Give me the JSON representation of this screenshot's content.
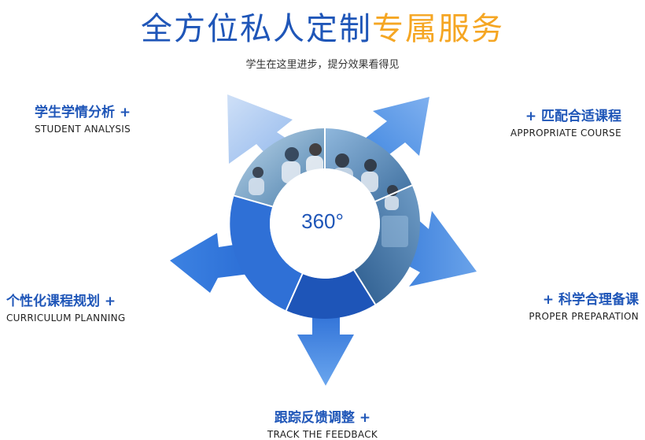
{
  "header": {
    "title_main": "全方位私人定制",
    "title_accent": "专属服务",
    "subtitle": "学生在这里进步，提分效果看得见"
  },
  "center": {
    "label": "360°"
  },
  "items": [
    {
      "zh": "学生学情分析 +",
      "en": "STUDENT ANALYSIS"
    },
    {
      "zh": "+ 匹配合适课程",
      "en": "APPROPRIATE COURSE"
    },
    {
      "zh": "个性化课程规划 +",
      "en": "CURRICULUM PLANNING"
    },
    {
      "zh": "+ 科学合理备课",
      "en": "PROPER PREPARATION"
    },
    {
      "zh": "跟踪反馈调整 +",
      "en": "TRACK THE FEEDBACK"
    }
  ],
  "colors": {
    "brand_blue": "#1f56b8",
    "accent_orange": "#f5a623",
    "arrow_light": "#a9c8f2",
    "arrow_mid": "#5b9be6",
    "arrow_strong": "#2f6fd4",
    "arrow_deep": "#1a4fb5"
  }
}
